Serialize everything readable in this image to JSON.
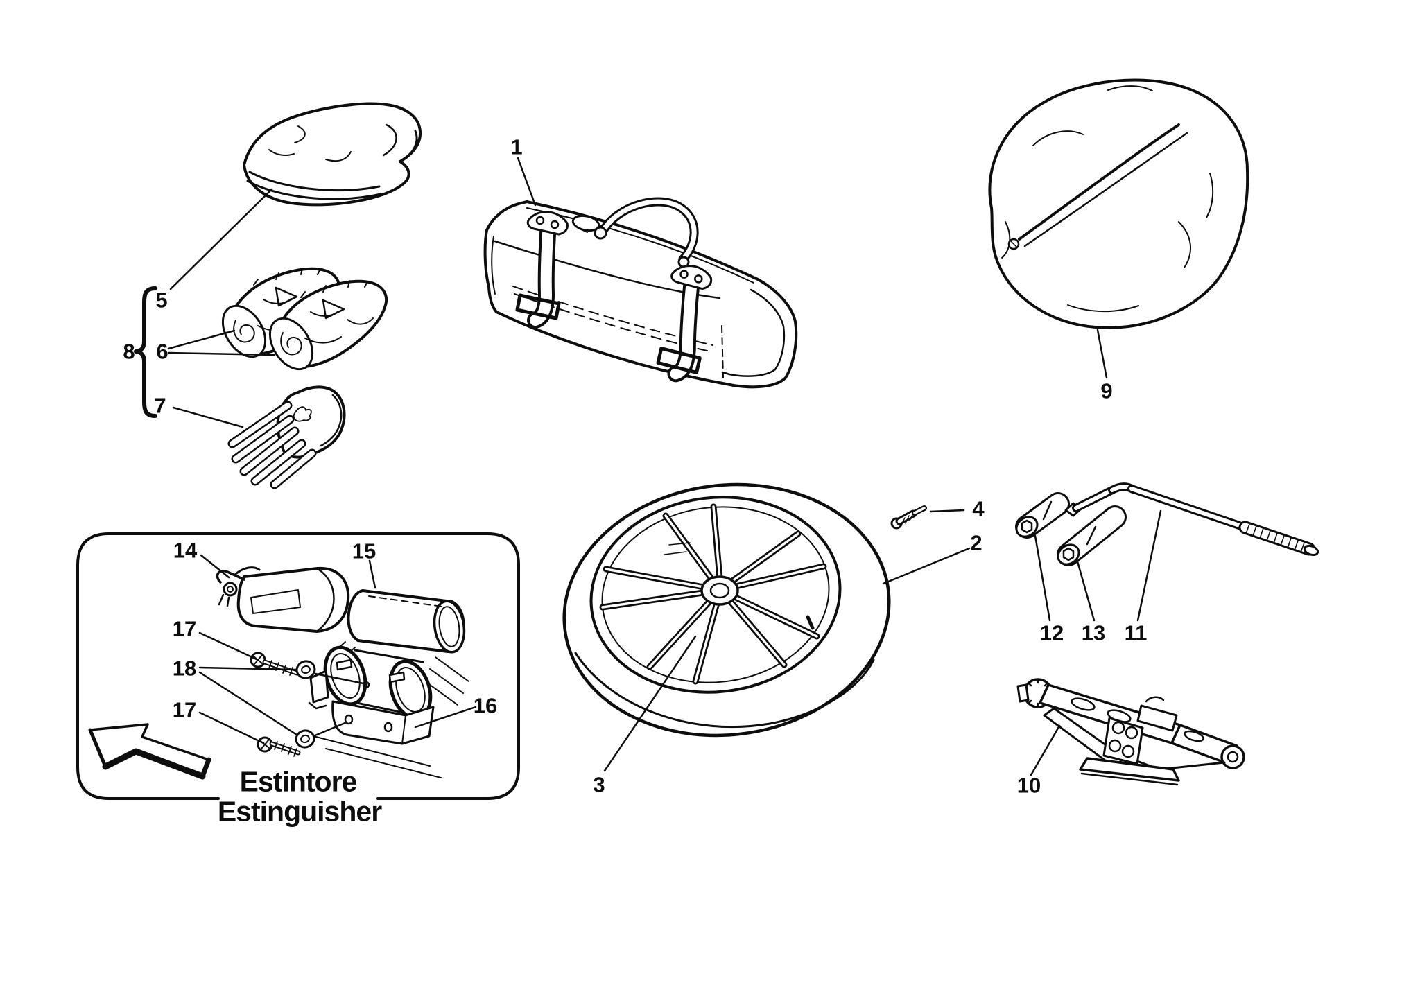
{
  "page": {
    "background_color": "#ffffff",
    "line_color": "#0d0d0d"
  },
  "caption": {
    "line1": "Estintore",
    "line2": "Estinguisher"
  },
  "callouts": {
    "c1": "1",
    "c2": "2",
    "c3": "3",
    "c4": "4",
    "c5": "5",
    "c6": "6",
    "c7": "7",
    "c8": "8",
    "c9": "9",
    "c10": "10",
    "c11": "11",
    "c12": "12",
    "c13": "13",
    "c14": "14",
    "c15": "15",
    "c16": "16",
    "c17a": "17",
    "c17b": "17",
    "c18": "18"
  }
}
